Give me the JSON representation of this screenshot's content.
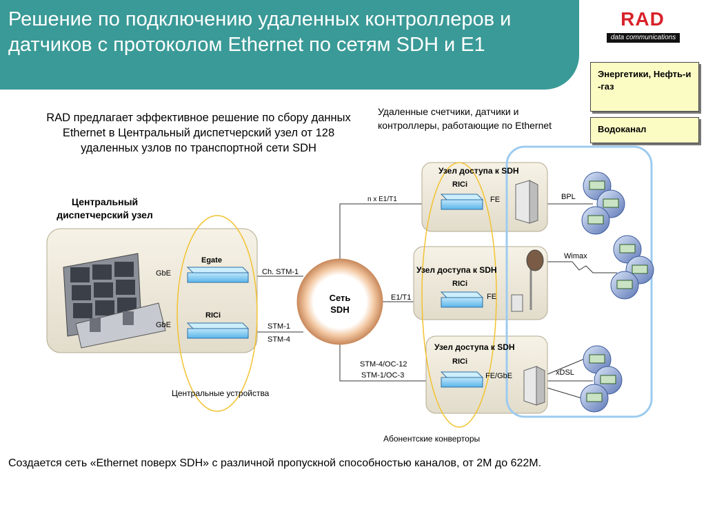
{
  "title": "Решение по подключению удаленных контроллеров и датчиков  с протоколом Ethernet по  сетям SDH и E1",
  "logo": {
    "brand": "RAD",
    "subtitle": "data communications"
  },
  "tags": {
    "energy": "Энергетики, Нефть-и -газ",
    "water": "Водоканал"
  },
  "intro_text": "RAD предлагает эффективное решение по сбору данных  Ethernet в Центральный диспетчерский узел  от 128 удаленных узлов  по  транспортной сети SDH",
  "remote_text": "Удаленные счетчики, датчики и контроллеры, работающие по Ethernet",
  "central": {
    "title": "Центральный диспетчерский узел",
    "egate_label": "Egate",
    "rici_label": "RICi",
    "gbe1": "GbE",
    "gbe2": "GbE",
    "ch_stm": "Ch. STM-1",
    "stm1": "STM-1",
    "stm4": "STM-4",
    "devices_caption": "Центральные устройства"
  },
  "network": {
    "label_line1": "Сеть",
    "label_line2": "SDH"
  },
  "links": {
    "nxe1": "n x E1/T1",
    "e1t1": "E1/T1",
    "stm4oc12": "STM-4/OC-12",
    "stm1oc3": "STM-1/OC-3"
  },
  "sites": [
    {
      "title": "Узел доступа к SDH",
      "device": "RICi",
      "port": "FE",
      "link": "BPL"
    },
    {
      "title": "Узел доступа к SDH",
      "device": "RICi",
      "port": "FE",
      "link": "Wimax"
    },
    {
      "title": "Узел доступа к SDH",
      "device": "RICi",
      "port": "FE/GbE",
      "link": "xDSL"
    }
  ],
  "subscriber_caption": "Абонентские конверторы",
  "footer": "Создается сеть «Ethernet поверх SDH» с различной пропускной способностью каналов, от 2М до 622М."
}
